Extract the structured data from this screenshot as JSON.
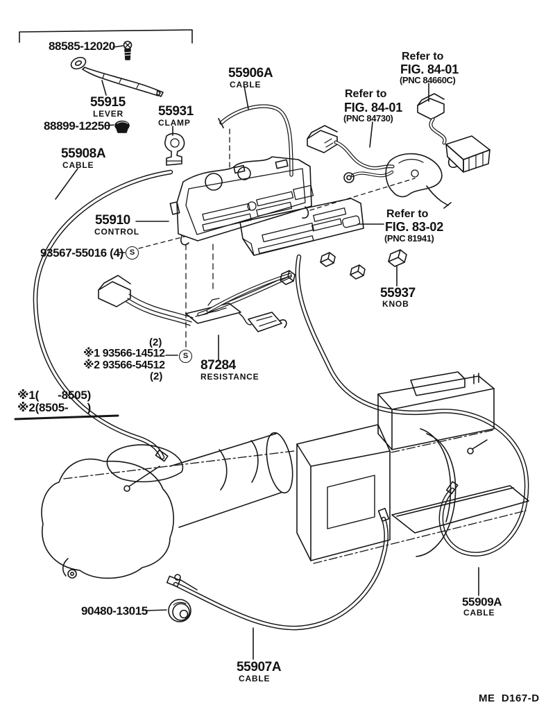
{
  "parts": {
    "screw_88585": {
      "number": "88585-12020"
    },
    "lever_55915": {
      "number": "55915",
      "name": "LEVER"
    },
    "clamp_55931": {
      "number": "55931",
      "name": "CLAMP"
    },
    "screw_88899": {
      "number": "88899-12250"
    },
    "cable_55908a": {
      "number": "55908A",
      "name": "CABLE"
    },
    "cable_55906a": {
      "number": "55906A",
      "name": "CABLE"
    },
    "control_55910": {
      "number": "55910",
      "name": "CONTROL"
    },
    "screw_93567": {
      "number": "93567-55016 (4)",
      "symbol": "S"
    },
    "knob_55937": {
      "number": "55937",
      "name": "KNOB"
    },
    "screw_93566": {
      "qty_top": "(2)",
      "line1": "※1 93566-14512",
      "line2": "※2 93566-54512",
      "qty_bottom": "(2)",
      "symbol": "S"
    },
    "resistance_87284": {
      "number": "87284",
      "name": "RESISTANCE"
    },
    "grommet_90480": {
      "number": "90480-13015"
    },
    "cable_55907a": {
      "number": "55907A",
      "name": "CABLE"
    },
    "cable_55909a": {
      "number": "55909A",
      "name": "CABLE"
    }
  },
  "references": {
    "fig_84_01_heater": {
      "line1": "Refer to",
      "line2": "FIG. 84-01",
      "line3": "(PNC 84730)"
    },
    "fig_84_01_ac": {
      "line1": "Refer to",
      "line2": "FIG. 84-01",
      "line3": "(PNC 84660C)"
    },
    "fig_83_02": {
      "line1": "Refer to",
      "line2": "FIG. 83-02",
      "line3": "(PNC 81941)"
    }
  },
  "notes": {
    "applicability_1": "※1(      -8505)",
    "applicability_2": "※2(8505-      )"
  },
  "footer": {
    "drawing_code": "ME  D167-D"
  },
  "colors": {
    "ink": "#151515",
    "paper": "#ffffff"
  }
}
